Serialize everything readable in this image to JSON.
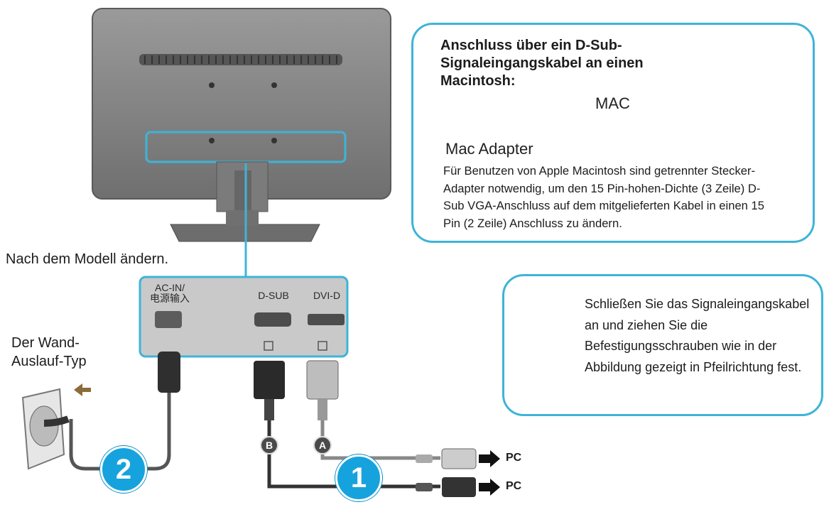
{
  "mac_box": {
    "heading": "Anschluss über ein D-Sub-Signaleingangskabel an einen Macintosh:",
    "mac_label": "MAC",
    "adapter_title": "Mac Adapter",
    "adapter_description": "Für Benutzen von Apple Macintosh sind getrennter Stecker-Adapter notwendig, um den 15 Pin-hohen-Dichte (3 Zeile) D-Sub VGA-Anschluss auf dem mitgelieferten Kabel in einen 15 Pin (2 Zeile) Anschluss zu ändern."
  },
  "model_note": "Nach dem Modell ändern.",
  "wall_outlet_label": "Der Wand-Auslauf-Typ",
  "panel": {
    "ac_in": "AC-IN/\n电源输入",
    "d_sub": "D-SUB",
    "dvi_d": "DVI-D"
  },
  "lock_box": {
    "text": "Schließen Sie das Signaleingangskabel an und ziehen Sie die Befestigungsschrauben wie in der Abbildung gezeigt in Pfeilrichtung fest."
  },
  "badges": {
    "step_1": "1",
    "step_2": "2",
    "cable_a": "A",
    "cable_b": "B"
  },
  "pc_labels": [
    "PC",
    "PC"
  ],
  "colors": {
    "accent": "#3eb4d8",
    "badge": "#16a3dd",
    "monitor": "#8a8a8a"
  }
}
